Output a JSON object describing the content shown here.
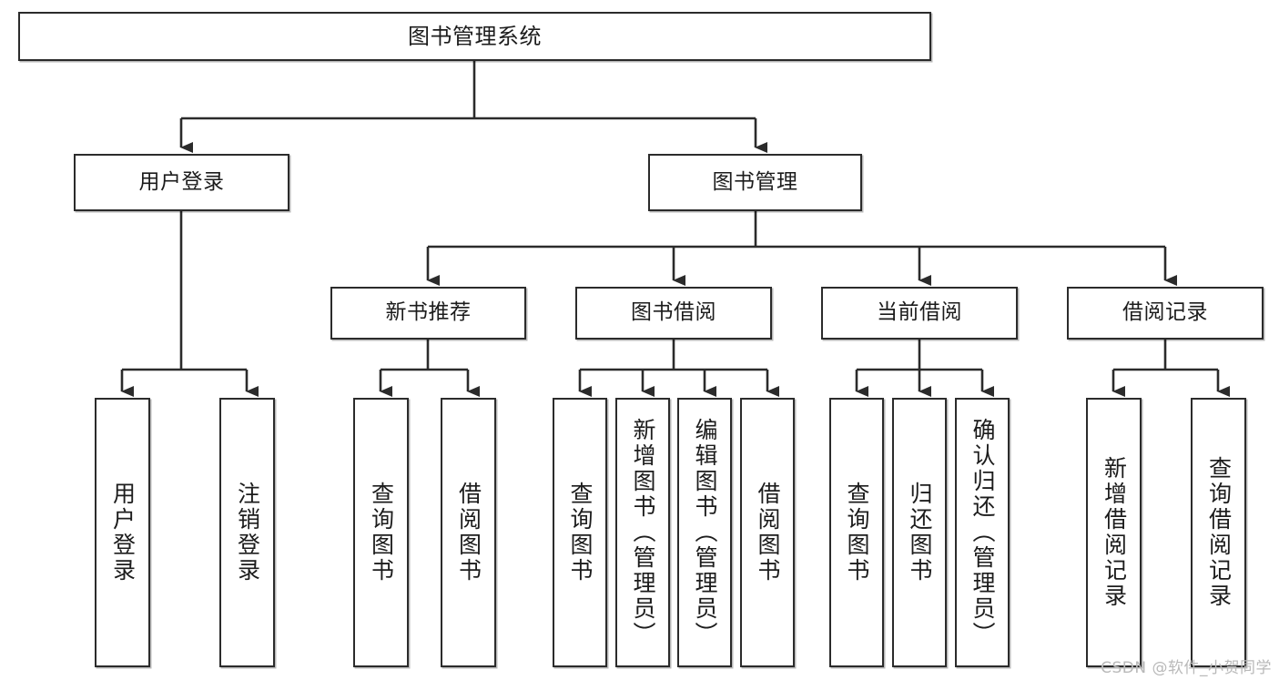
{
  "diagram": {
    "title": "图书管理系统",
    "type": "tree-hierarchy",
    "orientation": "top-down",
    "colors": {
      "box_border": "#2b2b2b",
      "box_fill": "#ffffff",
      "connector": "#2b2b2b",
      "text": "#1c1c1c",
      "watermark": "#b9b9b9"
    },
    "root": {
      "label": "图书管理系统"
    },
    "level2": [
      {
        "label": "用户登录"
      },
      {
        "label": "图书管理"
      }
    ],
    "level3": [
      {
        "label": "新书推荐"
      },
      {
        "label": "图书借阅"
      },
      {
        "label": "当前借阅"
      },
      {
        "label": "借阅记录"
      }
    ],
    "leaves": {
      "user_login": [
        {
          "label": "用户登录"
        },
        {
          "label": "注销登录"
        }
      ],
      "new_book_recommend": [
        {
          "label": "查询图书"
        },
        {
          "label": "借阅图书"
        }
      ],
      "book_borrow": [
        {
          "label": "查询图书"
        },
        {
          "label": "新增图书（管理员）"
        },
        {
          "label": "编辑图书（管理员）"
        },
        {
          "label": "借阅图书"
        }
      ],
      "current_borrow": [
        {
          "label": "查询图书"
        },
        {
          "label": "归还图书"
        },
        {
          "label": "确认归还（管理员）"
        }
      ],
      "borrow_record": [
        {
          "label": "新增借阅记录"
        },
        {
          "label": "查询借阅记录"
        }
      ]
    }
  },
  "watermark": {
    "text": "CSDN @软件_小贺同学"
  }
}
